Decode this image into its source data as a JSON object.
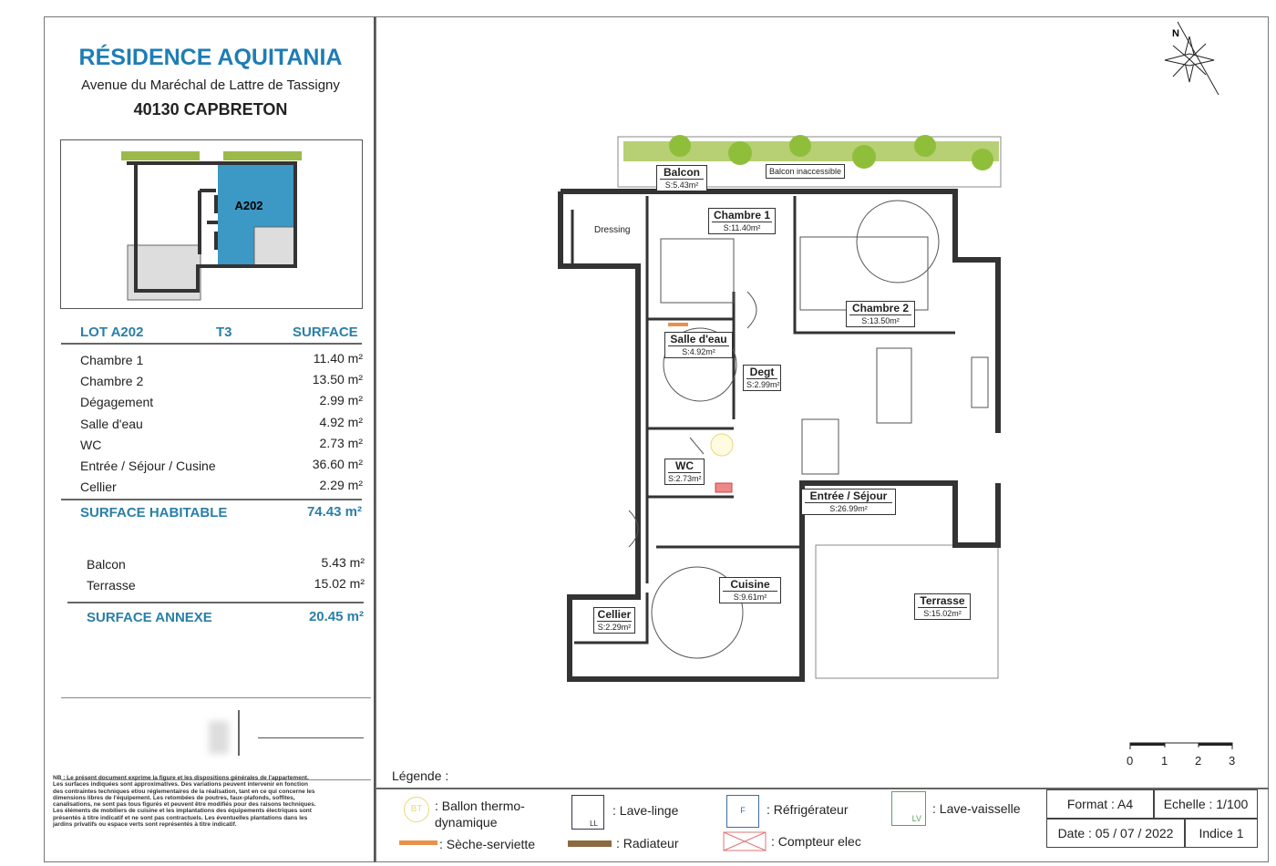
{
  "header": {
    "title": "RÉSIDENCE AQUITANIA",
    "address": "Avenue du Maréchal de Lattre de Tassigny",
    "city": "40130 CAPBRETON"
  },
  "keyplan": {
    "lot_label": "A202",
    "highlight_color": "#3c98c4",
    "planter_color": "#9cba4a"
  },
  "surface_table": {
    "lot": "LOT A202",
    "type": "T3",
    "surface_header": "SURFACE",
    "rooms": [
      {
        "name": "Chambre 1",
        "area": "11.40 m²"
      },
      {
        "name": "Chambre 2",
        "area": "13.50 m²"
      },
      {
        "name": "Dégagement",
        "area": "2.99 m²"
      },
      {
        "name": "Salle d'eau",
        "area": "4.92 m²"
      },
      {
        "name": "WC",
        "area": "2.73 m²"
      },
      {
        "name": "Entrée / Séjour / Cusine",
        "area": "36.60 m²"
      },
      {
        "name": "Cellier",
        "area": "2.29 m²"
      }
    ],
    "habitable_label": "SURFACE HABITABLE",
    "habitable_total": "74.43 m²",
    "annex": [
      {
        "name": "Balcon",
        "area": "5.43 m²"
      },
      {
        "name": "Terrasse",
        "area": "15.02 m²"
      }
    ],
    "annex_label": "SURFACE ANNEXE",
    "annex_total": "20.45 m²",
    "accent_color": "#2a7fa8"
  },
  "disclaimer": "NB : Le présent document exprime la figure et les dispositions générales de l'appartement. Les surfaces indiquées sont approximatives. Des variations peuvent intervenir en fonction des contraintes techniques et/ou réglementaires de la réalisation, tant en ce qui concerne les dimensions libres de l'équipement. Les retombées de poutres, faux-plafonds, soffites, canalisations, ne sont pas tous figurés et peuvent être modifiés pour des raisons techniques. Les éléments de mobiliers de cuisine et les implantations des équipements électriques sont présentés à titre indicatif et ne sont pas contractuels. Les éventuelles plantations dans les jardins privatifs ou espace verts sont représentés à titre indicatif.",
  "plan": {
    "compass": "N",
    "rooms": [
      {
        "name": "Balcon",
        "area": "S:5.43m²"
      },
      {
        "name": "Chambre 1",
        "area": "S:11.40m²"
      },
      {
        "name": "Chambre 2",
        "area": "S:13.50m²"
      },
      {
        "name": "Salle d'eau",
        "area": "S:4.92m²"
      },
      {
        "name": "Degt",
        "area": "S:2.99m²"
      },
      {
        "name": "WC",
        "area": "S:2.73m²"
      },
      {
        "name": "Entrée / Séjour",
        "area": "S:26.99m²"
      },
      {
        "name": "Cuisine",
        "area": "S:9.61m²"
      },
      {
        "name": "Cellier",
        "area": "S:2.29m²"
      },
      {
        "name": "Terrasse",
        "area": "S:15.02m²"
      }
    ],
    "balcon_inaccessible": "Balcon inaccessible",
    "dressing": "Dressing",
    "scale_ticks": [
      "0",
      "1",
      "2",
      "3"
    ]
  },
  "legend": {
    "title": "Légende :",
    "items": {
      "bt": "Ballon thermo-dynamique",
      "ll": "Lave-linge",
      "f": "Réfrigérateur",
      "lv": "Lave-vaisselle",
      "seche": "Sèche-serviette",
      "radiateur": "Radiateur",
      "compteur": "Compteur elec"
    },
    "codes": {
      "bt": "BT",
      "ll": "LL",
      "f": "F",
      "lv": "LV"
    }
  },
  "title_block": {
    "format": "Format : A4",
    "echelle": "Echelle : 1/100",
    "date": "Date : 05 / 07 / 2022",
    "indice": "Indice 1"
  }
}
